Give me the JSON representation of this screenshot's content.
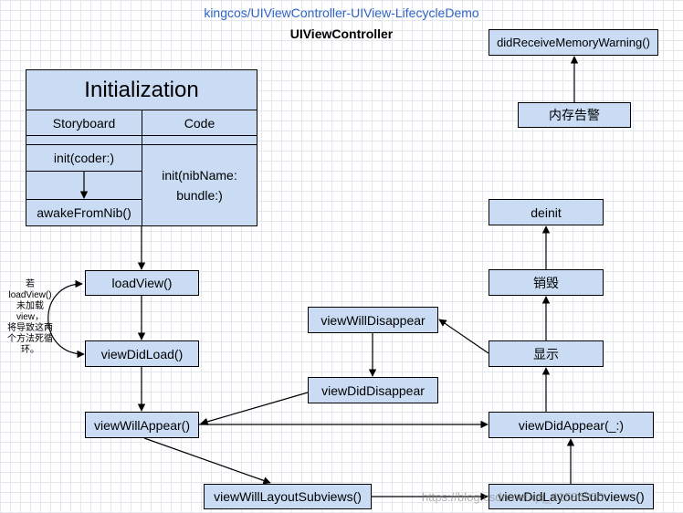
{
  "header": {
    "link": "kingcos/UIViewController-UIView-LifecycleDemo",
    "title": "UIViewController"
  },
  "init_group": {
    "title": "Initialization",
    "storyboard": "Storyboard",
    "code": "Code",
    "init_coder": "init(coder:)",
    "awake": "awakeFromNib()",
    "init_nib": "init(nibName:\nbundle:)"
  },
  "nodes": {
    "load_view": "loadView()",
    "view_did_load": "viewDidLoad()",
    "view_will_appear": "viewWillAppear()",
    "view_will_layout": "viewWillLayoutSubviews()",
    "view_did_layout": "viewDidLayoutSubviews()",
    "view_did_appear": "viewDidAppear(_:)",
    "view_will_disappear": "viewWillDisappear",
    "view_did_disappear": "viewDidDisappear",
    "show": "显示",
    "destroy": "销毁",
    "deinit": "deinit",
    "memory_warning": "内存告警",
    "did_receive_memory_warning": "didReceiveMemoryWarning()"
  },
  "note": "若\nloadView()\n未加载\nview，\n将导致这两\n个方法死循\n环。",
  "watermark": "https://blog.csdn.net/qq_41586250"
}
